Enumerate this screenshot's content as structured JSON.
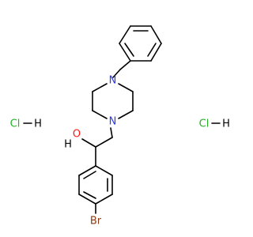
{
  "colors": {
    "carbon_bond": "#000000",
    "nitrogen": "#2a35ff",
    "oxygen": "#ff1a1a",
    "bromine": "#8b3a12",
    "chlorine": "#23b223",
    "hydrogen": "#000000"
  },
  "labels": {
    "n_top": "N",
    "n_bottom": "N",
    "oh_o": "O",
    "oh_h": "H",
    "br": "Br",
    "hcl_left_cl": "Cl",
    "hcl_left_h": "H",
    "hcl_right_cl": "Cl",
    "hcl_right_h": "H"
  }
}
